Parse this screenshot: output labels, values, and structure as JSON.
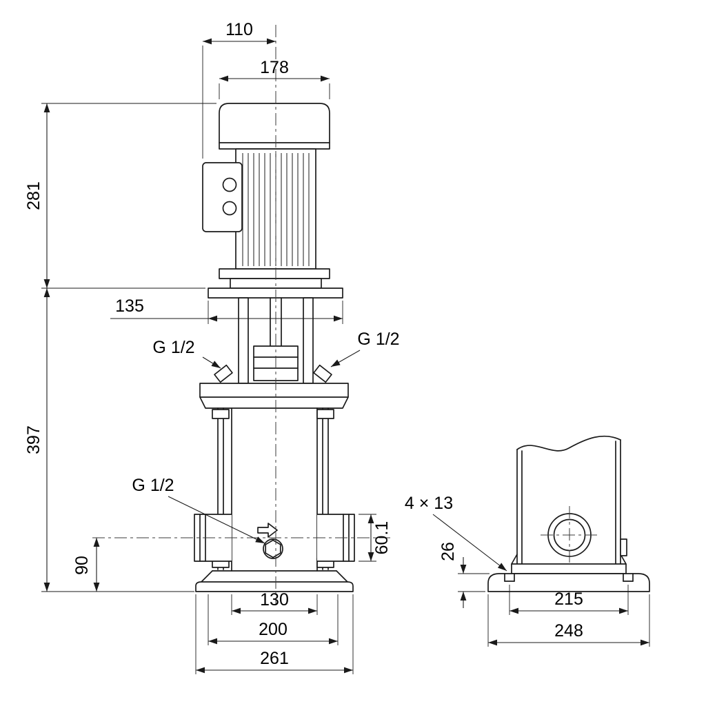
{
  "drawing": {
    "type": "pump-dimensional-drawing",
    "front_view": {
      "motor_top_width": "110",
      "motor_width": "178",
      "motor_height": "281",
      "stool_width": "135",
      "pump_height": "397",
      "port_height": "90",
      "port_diameter": "60.1",
      "plug_top_left": "G 1/2",
      "plug_top_right": "G 1/2",
      "drain_plug": "G 1/2",
      "base_inner_width": "130",
      "base_bolt_spacing": "200",
      "base_width": "261"
    },
    "end_view": {
      "bolt_holes": "4 × 13",
      "base_height": "26",
      "bolt_spacing": "215",
      "base_width": "248"
    }
  }
}
